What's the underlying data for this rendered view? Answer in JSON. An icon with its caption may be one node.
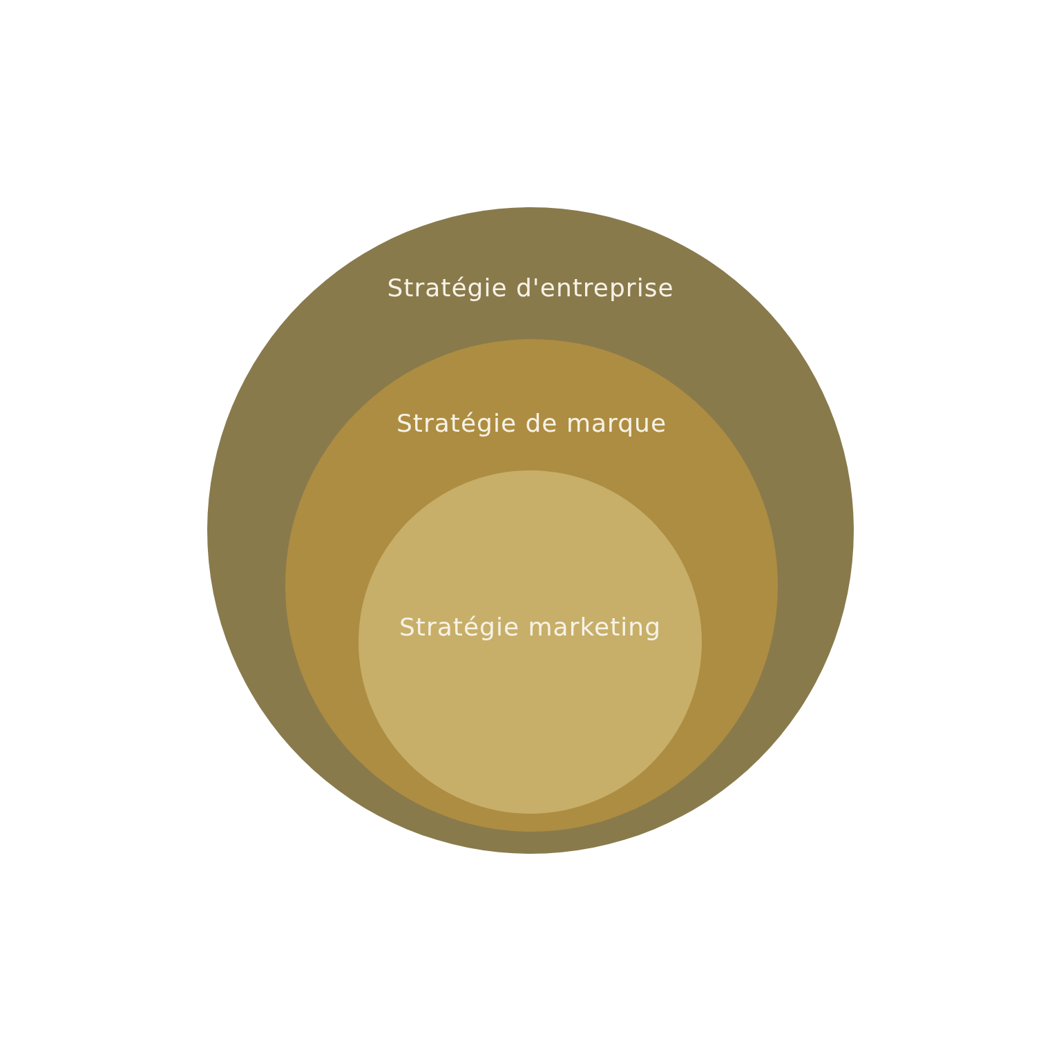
{
  "diagram": {
    "nodes": [
      {
        "text": [
          "Stratégie d'entreprise"
        ]
      },
      {
        "text": [
          "Stratégie de marque"
        ],
        "in": 0
      },
      {
        "text": [
          "Stratégie marketing"
        ],
        "in": 1
      }
    ]
  }
}
